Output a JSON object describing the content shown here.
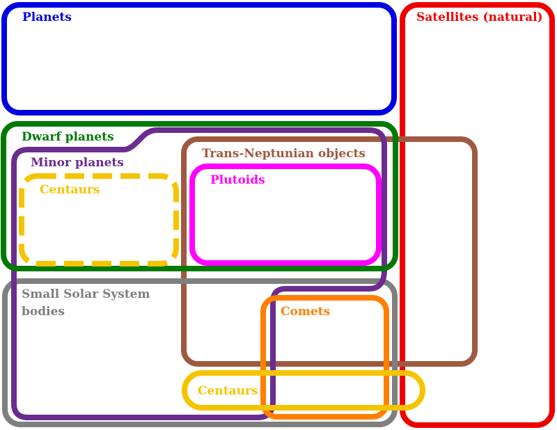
{
  "labels": {
    "planets": "Planets",
    "satellites": "Satellites (natural)",
    "dwarf_planets": "Dwarf planets",
    "minor_planets": "Minor planets",
    "trans_neptunian": "Trans-Neptunian objects",
    "centaurs_top": "Centaurs",
    "plutoids": "Plutoids",
    "sssb_line1": "Small Solar System",
    "sssb_line2": "bodies",
    "comets": "Comets",
    "centaurs_bottom": "Centaurs"
  },
  "colors": {
    "planets": "#0000e0",
    "satellites": "#ee0000",
    "dwarf_planets": "#007a00",
    "minor_planets": "#6b2c8f",
    "trans_neptunian": "#9e5a40",
    "centaurs": "#f5c400",
    "plutoids": "#ff00ff",
    "sssb": "#7f7f7f",
    "comets": "#ff7f00"
  }
}
